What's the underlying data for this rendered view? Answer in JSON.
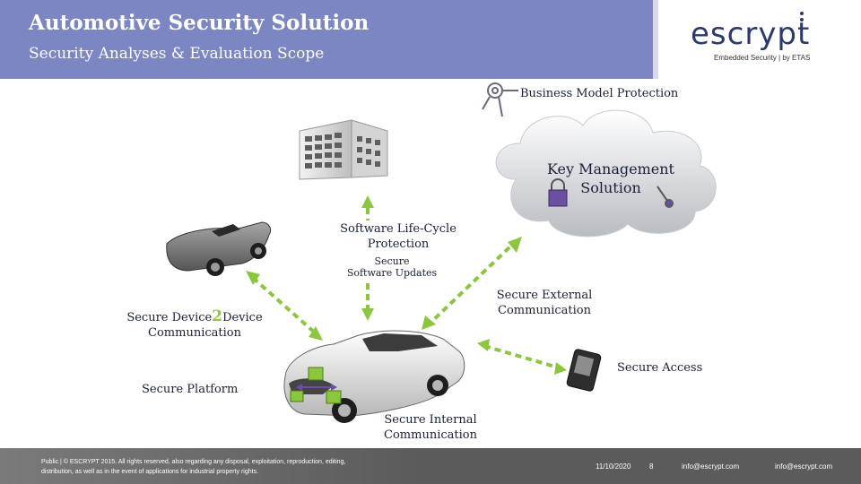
{
  "header": {
    "title": "Automotive Security Solution",
    "subtitle": "Security Analyses & Evaluation Scope"
  },
  "logo": {
    "word_es": "es",
    "word_crypt": "crypt",
    "tagline": "Embedded Security  |  by ETAS"
  },
  "labels": {
    "business_model": "Business Model Protection",
    "key_mgmt_line1": "Key Management",
    "key_mgmt_line2": "Solution",
    "sw_lifecycle_line1": "Software Life-Cycle",
    "sw_lifecycle_line2": "Protection",
    "secure_updates_line1": "Secure",
    "secure_updates_line2": "Software Updates",
    "ext_comm_line1": "Secure External",
    "ext_comm_line2": "Communication",
    "d2d_a": "Secure Device",
    "d2d_2": "2",
    "d2d_b": "Device",
    "d2d_line2": "Communication",
    "secure_access": "Secure Access",
    "secure_platform": "Secure Platform",
    "int_comm_line1": "Secure Internal",
    "int_comm_line2": "Communication"
  },
  "footer": {
    "legal_line1": "Public | © ESCRYPT 2015. All rights reserved, also regarding any disposal, exploitation, reproduction, editing,",
    "legal_line2": "distribution, as well as in the event of applications for industrial property rights.",
    "date": "11/10/2020",
    "page": "8",
    "mail1": "info@escrypt.com",
    "mail2": "info@escrypt.com"
  },
  "colors": {
    "header_bg": "#7b86c3",
    "arrow_green": "#8cc63f",
    "arrow_purple": "#6b4fa0",
    "footer_bg": "#5b5b5b"
  },
  "icons": [
    "key-icon",
    "lock-icon",
    "building-icon",
    "cloud-icon",
    "convertible-car-icon",
    "sedan-car-icon",
    "handheld-device-icon"
  ]
}
